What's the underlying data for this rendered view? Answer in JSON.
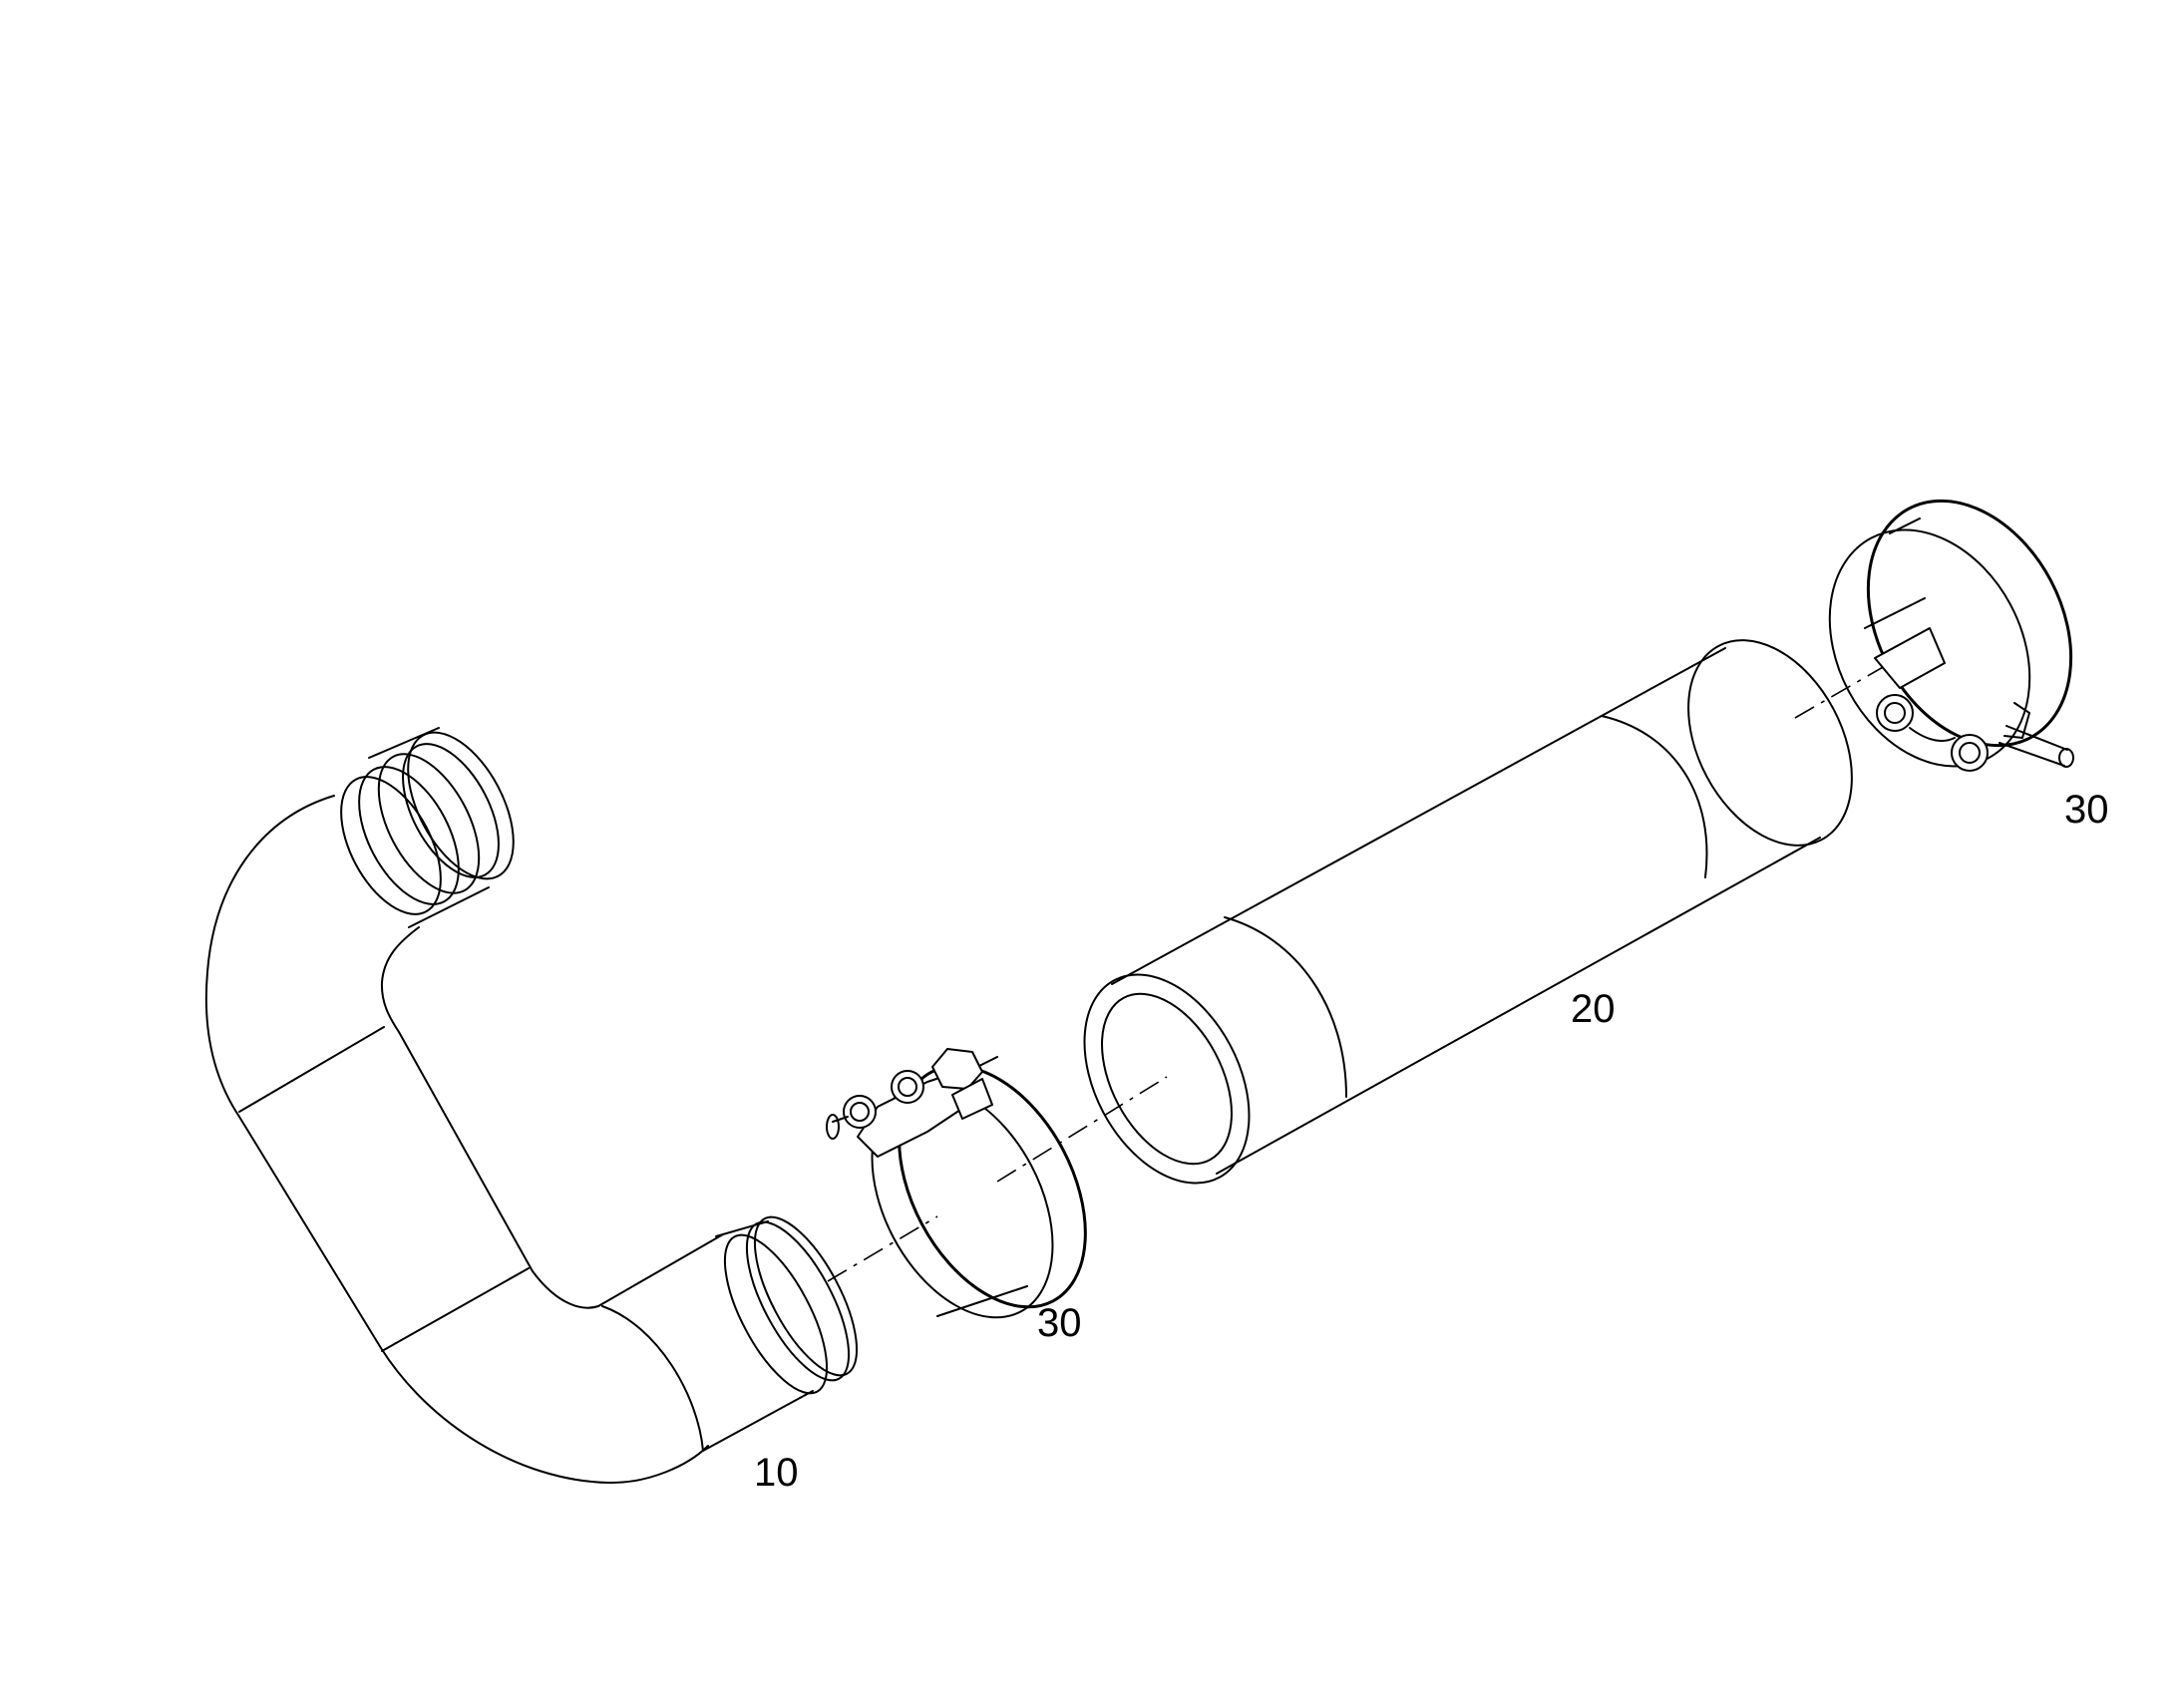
{
  "callouts": {
    "elbow_pipe": "10",
    "straight_hose": "20",
    "clamp_middle": "30",
    "clamp_right": "30"
  }
}
